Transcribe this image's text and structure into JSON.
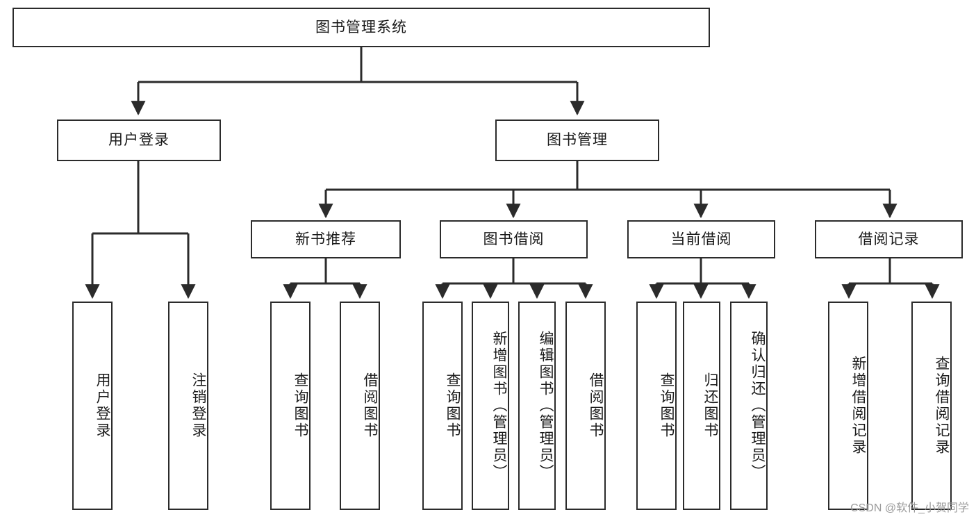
{
  "diagram": {
    "title": "图书管理系统",
    "type": "function-structure-tree",
    "levels": 4,
    "line_color": "#2b2b2b",
    "box_fill": "#ffffff",
    "text_color": "#1a1a1a"
  },
  "nodes": {
    "root": {
      "label": "图书管理系统",
      "orientation": "horizontal"
    },
    "level2": [
      {
        "label": "用户登录",
        "orientation": "horizontal"
      },
      {
        "label": "图书管理",
        "orientation": "horizontal"
      }
    ],
    "level3": [
      {
        "label": "新书推荐",
        "orientation": "horizontal"
      },
      {
        "label": "图书借阅",
        "orientation": "horizontal"
      },
      {
        "label": "当前借阅",
        "orientation": "horizontal"
      },
      {
        "label": "借阅记录",
        "orientation": "horizontal"
      }
    ],
    "leaves": [
      {
        "label": "用户登录",
        "orientation": "vertical",
        "parent": "用户登录"
      },
      {
        "label": "注销登录",
        "orientation": "vertical",
        "parent": "用户登录"
      },
      {
        "label": "查询图书",
        "orientation": "vertical",
        "parent": "新书推荐"
      },
      {
        "label": "借阅图书",
        "orientation": "vertical",
        "parent": "新书推荐"
      },
      {
        "label": "查询图书",
        "orientation": "vertical",
        "parent": "图书借阅"
      },
      {
        "label": "新增图书（管理员）",
        "orientation": "vertical",
        "parent": "图书借阅"
      },
      {
        "label": "编辑图书（管理员）",
        "orientation": "vertical",
        "parent": "图书借阅"
      },
      {
        "label": "借阅图书",
        "orientation": "vertical",
        "parent": "图书借阅"
      },
      {
        "label": "查询图书",
        "orientation": "vertical",
        "parent": "当前借阅"
      },
      {
        "label": "归还图书",
        "orientation": "vertical",
        "parent": "当前借阅"
      },
      {
        "label": "确认归还（管理员）",
        "orientation": "vertical",
        "parent": "当前借阅"
      },
      {
        "label": "新增借阅记录",
        "orientation": "vertical",
        "parent": "借阅记录"
      },
      {
        "label": "查询借阅记录",
        "orientation": "vertical",
        "parent": "借阅记录"
      }
    ]
  },
  "watermark": {
    "text": "CSDN @软件_小贺同学"
  }
}
